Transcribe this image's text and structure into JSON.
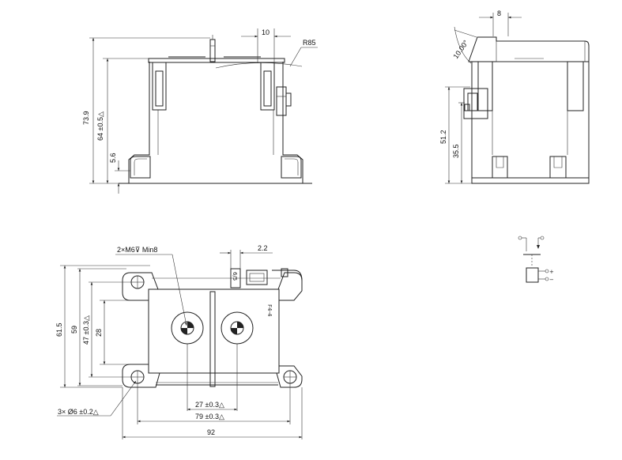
{
  "front_view": {
    "dim_total_height": "73.9",
    "dim_body_height": "64 ±0.5△",
    "dim_foot": "5.6",
    "dim_tab_width": "10",
    "dim_radius": "R85"
  },
  "side_view": {
    "dim_top": "8",
    "dim_angle": "10.00°",
    "dim_height_a": "51.2",
    "dim_height_b": "35.5"
  },
  "top_view": {
    "thread_note": "2×M6⊽ Min8",
    "dim_pin": "2.2",
    "dim_61_5": "61.5",
    "dim_59": "59",
    "dim_47": "47 ±0.3△",
    "dim_28": "28",
    "hole_note": "3×  Ø6 ±0.2△",
    "dim_27": "27 ±0.3△",
    "dim_79": "79 ±0.3△",
    "dim_92": "92",
    "terminal_label": "6/5"
  },
  "schematic": {
    "plus_label": "+",
    "minus_label": "−"
  }
}
